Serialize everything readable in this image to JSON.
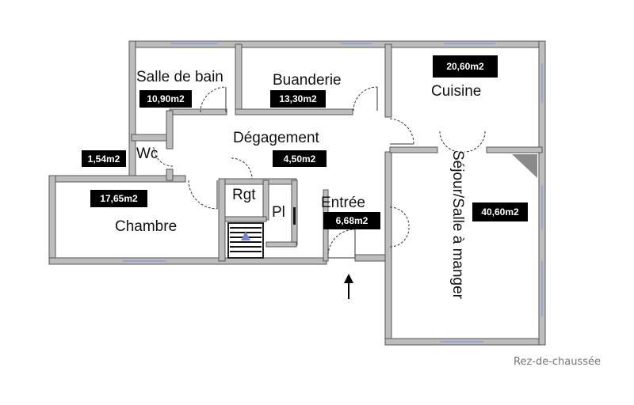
{
  "plan": {
    "floor_name": "Rez-de-chaussée",
    "rooms": [
      {
        "id": "salle-de-bain",
        "name": "Salle de bain",
        "area": "10,90m2"
      },
      {
        "id": "buanderie",
        "name": "Buanderie",
        "area": "13,30m2"
      },
      {
        "id": "cuisine",
        "name": "Cuisine",
        "area": "20,60m2"
      },
      {
        "id": "wc",
        "name": "Wc",
        "area": "1,54m2"
      },
      {
        "id": "degagement",
        "name": "Dégagement",
        "area": "4,50m2"
      },
      {
        "id": "chambre",
        "name": "Chambre",
        "area": "17,65m2"
      },
      {
        "id": "rgt",
        "name": "Rgt",
        "area": ""
      },
      {
        "id": "pl",
        "name": "Pl",
        "area": ""
      },
      {
        "id": "entree",
        "name": "Entrée",
        "area": "6,68m2"
      },
      {
        "id": "sejour",
        "name": "Séjour/Salle à manger",
        "area": "40,60m2"
      }
    ],
    "colors": {
      "wall": "#bdbdbd",
      "wall_outline": "#555555",
      "badge": "#000000",
      "badge_text": "#ffffff",
      "window": "#9aa4d6"
    }
  }
}
